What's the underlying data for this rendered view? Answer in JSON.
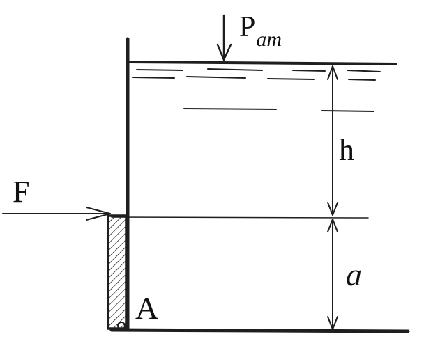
{
  "labels": {
    "pam_main": "P",
    "pam_sub": "am",
    "h": "h",
    "force": "F",
    "height_a": "a",
    "point_a": "A"
  },
  "colors": {
    "ink": "#1e1e1e",
    "background": "#ffffff"
  }
}
